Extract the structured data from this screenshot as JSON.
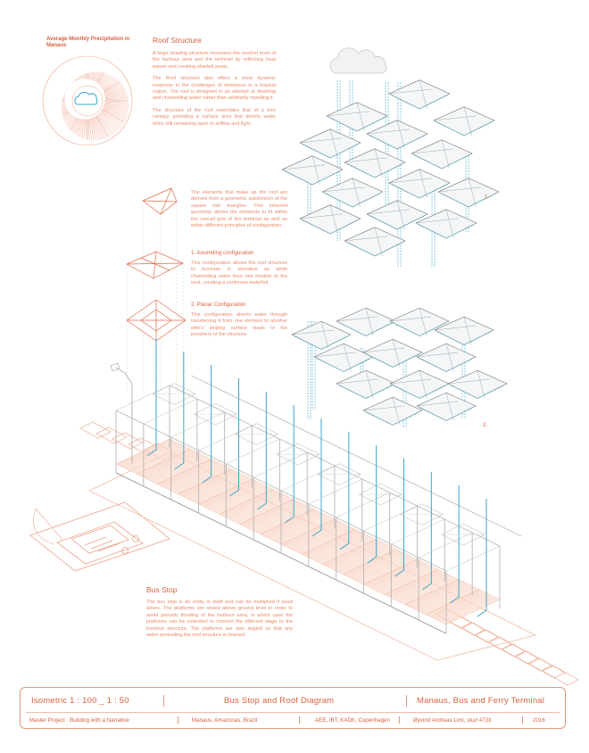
{
  "chart_title": "Average Monthly Precipitation in Manaus",
  "roof": {
    "heading": "Roof Structure",
    "p1": "A large shading structure increases the comfort level of the harbour area and the terminal by reflecting heat waves and creating shaded areas.",
    "p2": "The Roof structure also offers a more dynamic response to the challenges of downpour in a tropical region. The roof is designed in an attempt at diverting and channelling water rather than arbitrarily repelling it.",
    "p3": "The structure of the roof resembles that of a tree canopy, providing a surface area that diverts water while still remaining open to airflow and light."
  },
  "elements": {
    "p1": "The elements that make up the roof are derived from a geometric subdivision of the square into triangles. This inherent geometry allows the elements to fit within the overall grid of the terminal as well as within different principles of configuration.",
    "ascending_head": "1. Ascending configuration",
    "ascending_text": "This configuration allows the roof structure to increase in elevation as while channelling water from one module to the next, creating a continues waterfall.",
    "planar_head": "2. Planar Configuration",
    "planar_text": "This configuration diverts water through transferring it from one element to another who's sloping surface leads to the periphery of the structure."
  },
  "labels": {
    "one": "1.",
    "two": "2."
  },
  "bus": {
    "heading": "Bus Stop",
    "text": "The bus stop is an entity in itself and can be multiplied if need arises. The platforms are raised above ground level in order to avoid periodic flooding of the harbour area, in which case the platforms can be extended to connect the different stage to the terminal structure. The platforms are also angled so that any water protruding the roof structure is drained."
  },
  "titleblock": {
    "scale": "Isometric 1 : 100 _ 1 : 50",
    "title": "Bus Stop and Roof Diagram",
    "project": "Manaus, Bus and Ferry Terminal",
    "master": "Master Project :  Building with a Narrative",
    "location": "Manaus, Amazonas, Brazil",
    "school": "AEE, IBT, KADK, Copenhagen",
    "author": "Øyvind Andreas Limi, stud 4733",
    "year": "2016"
  },
  "colors": {
    "accent": "#d9603d",
    "water": "#3aa7c9",
    "structure": "#b5b5b5"
  }
}
